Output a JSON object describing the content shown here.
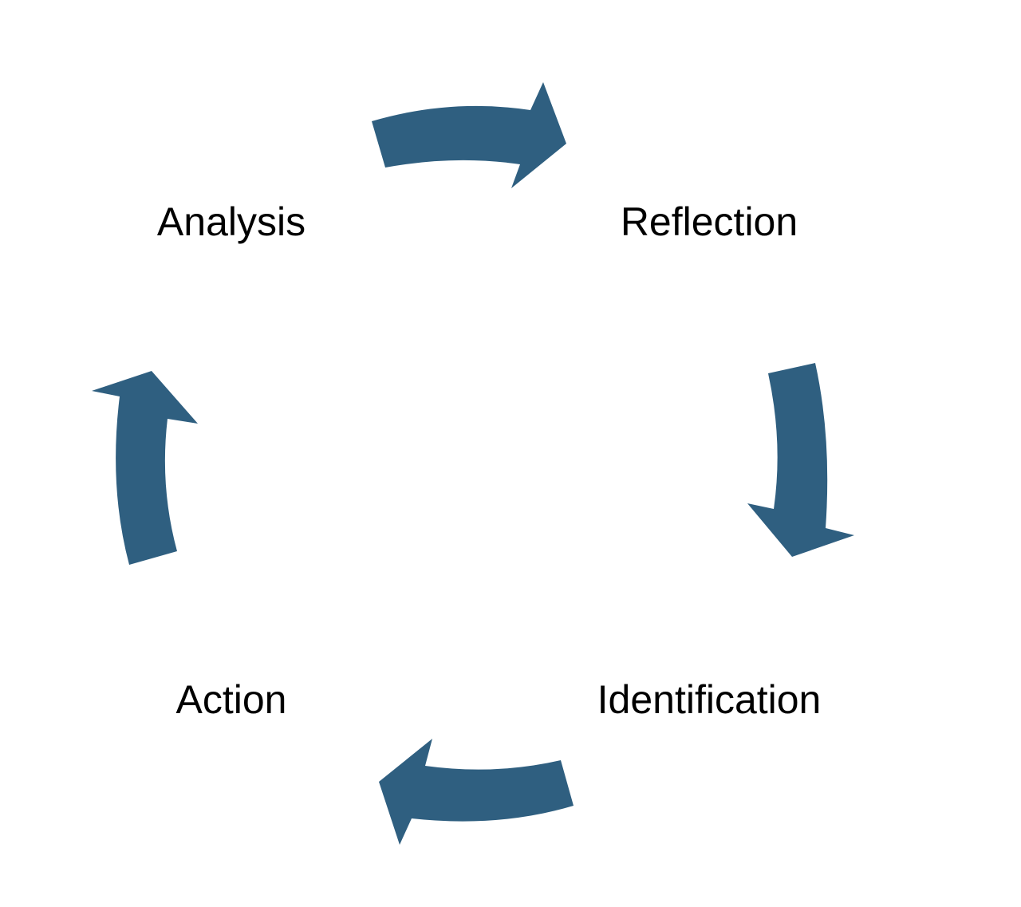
{
  "diagram": {
    "type": "cycle",
    "direction": "clockwise",
    "arrow_color": "#2f5f80",
    "stages": [
      {
        "label": "Analysis"
      },
      {
        "label": "Reflection"
      },
      {
        "label": "Identification"
      },
      {
        "label": "Action"
      }
    ]
  }
}
